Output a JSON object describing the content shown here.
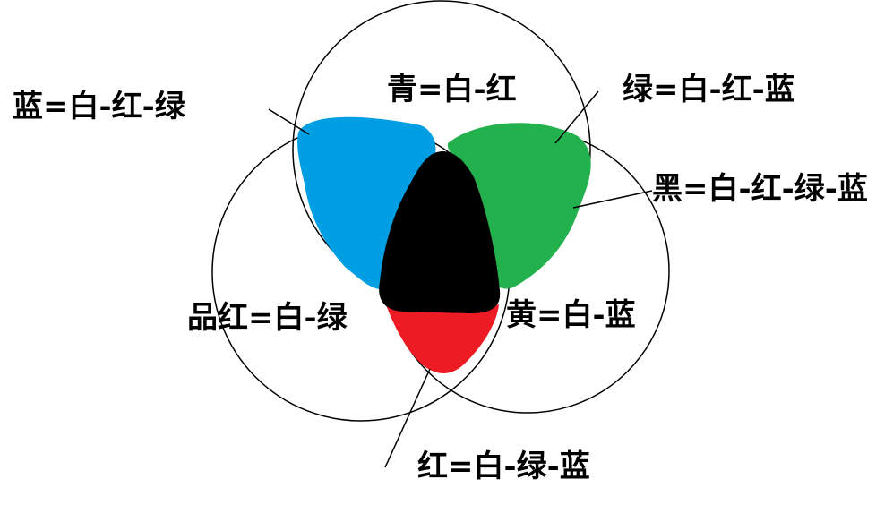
{
  "labels": {
    "cyan": "青=白-红",
    "blue": "蓝=白-红-绿",
    "green": "绿=白-红-蓝",
    "black": "黑=白-红-绿-蓝",
    "magenta": "品红=白-绿",
    "yellow": "黄=白-蓝",
    "red": "红=白-绿-蓝"
  },
  "colors": {
    "blue": "#009fe3",
    "green": "#22b14c",
    "black": "#000000",
    "red": "#ed1c24",
    "outline": "#000000",
    "background": "#ffffff"
  }
}
